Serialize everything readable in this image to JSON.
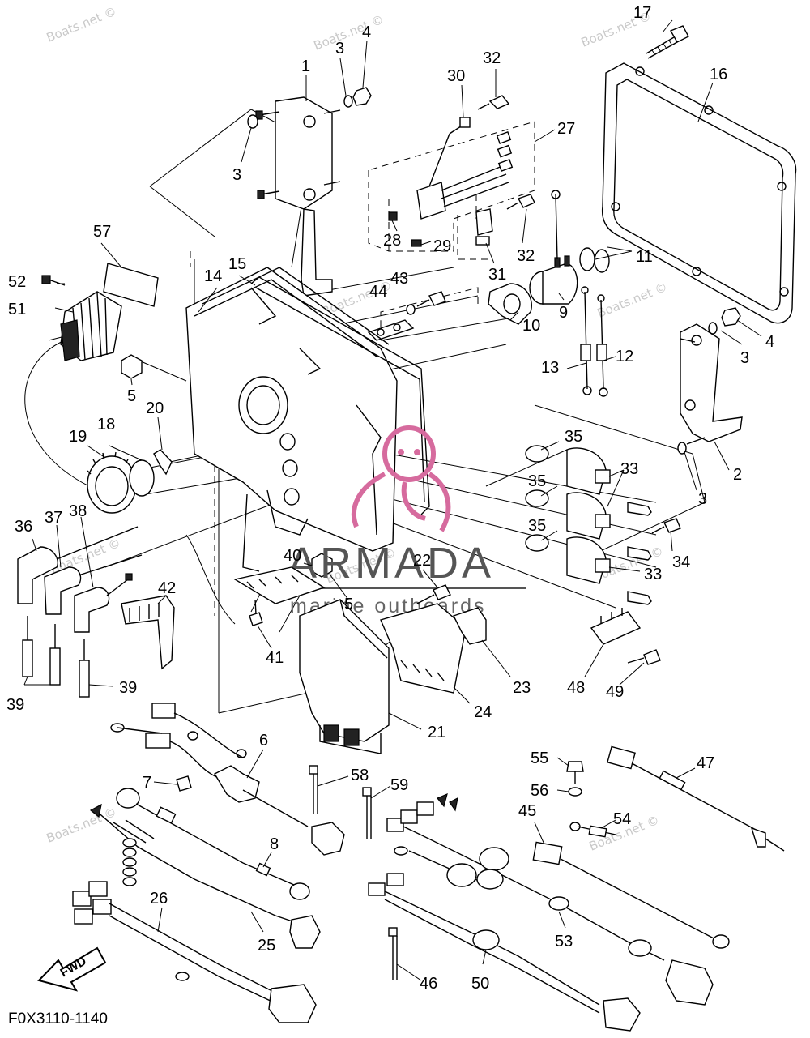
{
  "diagram_code": "F0X3110-1140",
  "watermark_text": "Boats.net ©",
  "logo": {
    "brand": "ARMADA",
    "tagline": "marine outboards"
  },
  "fwd_label": "FWD",
  "callouts": [
    "1",
    "2",
    "3",
    "4",
    "5",
    "6",
    "7",
    "8",
    "9",
    "10",
    "11",
    "12",
    "13",
    "14",
    "15",
    "16",
    "17",
    "18",
    "19",
    "20",
    "21",
    "22",
    "23",
    "24",
    "25",
    "26",
    "27",
    "28",
    "29",
    "30",
    "31",
    "32",
    "33",
    "34",
    "35",
    "36",
    "37",
    "38",
    "39",
    "40",
    "41",
    "42",
    "43",
    "44",
    "45",
    "46",
    "47",
    "48",
    "49",
    "50",
    "51",
    "52",
    "53",
    "54",
    "55",
    "56",
    "57",
    "58",
    "59"
  ]
}
